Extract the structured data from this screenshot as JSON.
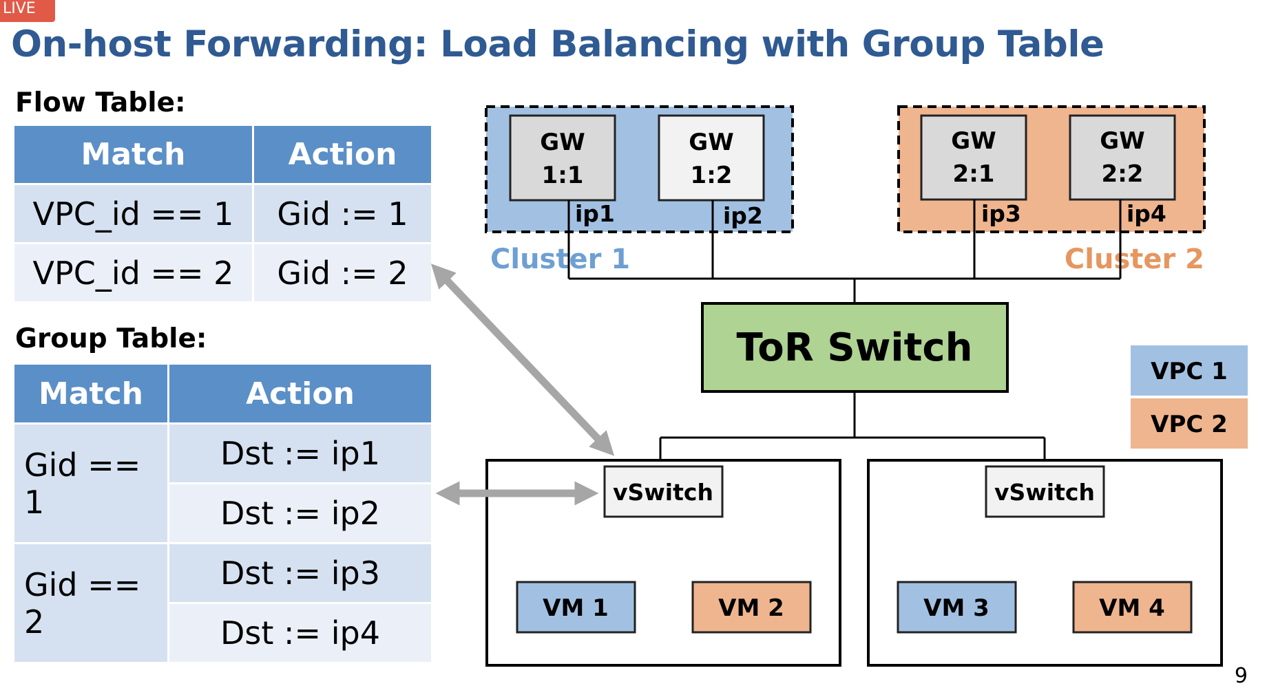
{
  "badge": "LIVE",
  "title": "On-host Forwarding: Load Balancing with Group Table",
  "flow_table": {
    "heading": "Flow Table:",
    "columns": [
      "Match",
      "Action"
    ],
    "rows": [
      {
        "match": "VPC_id == 1",
        "action": "Gid := 1"
      },
      {
        "match": "VPC_id == 2",
        "action": "Gid := 2"
      }
    ]
  },
  "group_table": {
    "heading": "Group Table:",
    "columns": [
      "Match",
      "Action"
    ],
    "groups": [
      {
        "match": "Gid == 1",
        "actions": [
          "Dst := ip1",
          "Dst := ip2"
        ]
      },
      {
        "match": "Gid == 2",
        "actions": [
          "Dst := ip3",
          "Dst := ip4"
        ]
      }
    ]
  },
  "diagram": {
    "clusters": [
      {
        "label": "Cluster 1",
        "color": "#a2c1e2",
        "label_color": "#6e9fd2",
        "gateways": [
          {
            "line1": "GW",
            "line2": "1:1",
            "ip": "ip1"
          },
          {
            "line1": "GW",
            "line2": "1:2",
            "ip": "ip2"
          }
        ]
      },
      {
        "label": "Cluster 2",
        "color": "#efb58e",
        "label_color": "#e69660",
        "gateways": [
          {
            "line1": "GW",
            "line2": "2:1",
            "ip": "ip3"
          },
          {
            "line1": "GW",
            "line2": "2:2",
            "ip": "ip4"
          }
        ]
      }
    ],
    "tor_switch": {
      "label": "ToR Switch",
      "color": "#aed392"
    },
    "hosts": [
      {
        "vswitch": "vSwitch",
        "vms": [
          {
            "label": "VM 1",
            "vpc": 1
          },
          {
            "label": "VM 2",
            "vpc": 2
          }
        ]
      },
      {
        "vswitch": "vSwitch",
        "vms": [
          {
            "label": "VM 3",
            "vpc": 1
          },
          {
            "label": "VM 4",
            "vpc": 2
          }
        ]
      }
    ],
    "legend": [
      {
        "label": "VPC 1",
        "color": "#a2c1e2"
      },
      {
        "label": "VPC 2",
        "color": "#efb58e"
      }
    ]
  },
  "page_number": "9"
}
